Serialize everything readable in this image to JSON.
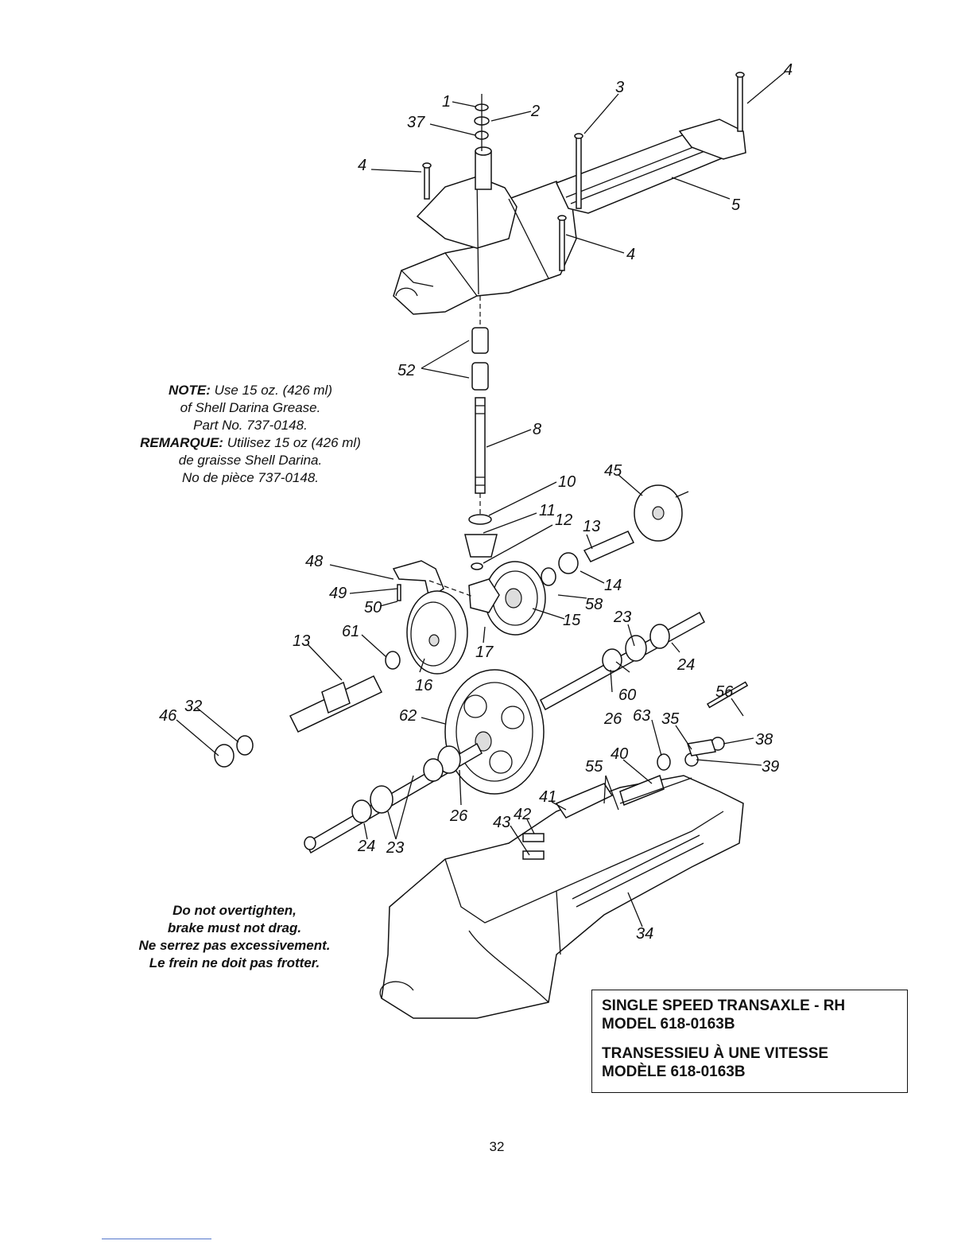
{
  "note": {
    "line1_label": "NOTE:",
    "line1_text": "Use 15 oz. (426 ml)",
    "line2": "of Shell Darina Grease.",
    "line3": "Part No. 737-0148.",
    "line4_label": "REMARQUE:",
    "line4_text": "Utilisez 15 oz (426 ml)",
    "line5": "de graisse Shell Darina.",
    "line6": "No de pièce 737-0148."
  },
  "warning": {
    "line1": "Do not overtighten,",
    "line2": "brake must not drag.",
    "line3": "Ne serrez pas excessivement.",
    "line4": "Le frein ne doit pas frotter."
  },
  "title": {
    "en_line1": "SINGLE SPEED TRANSAXLE - RH",
    "en_line2": "MODEL 618-0163B",
    "fr_line1": "TRANSESSIEU À UNE VITESSE",
    "fr_line2": "MODÈLE 618-0163B"
  },
  "page_number": "32",
  "callouts": {
    "c1": "1",
    "c2": "2",
    "c37": "37",
    "c3": "3",
    "c4a": "4",
    "c4b": "4",
    "c4c": "4",
    "c5": "5",
    "c52": "52",
    "c8": "8",
    "c45": "45",
    "c10": "10",
    "c11": "11",
    "c12": "12",
    "c13a": "13",
    "c14": "14",
    "c48": "48",
    "c49": "49",
    "c50": "50",
    "c58": "58",
    "c15": "15",
    "c61": "61",
    "c13b": "13",
    "c17": "17",
    "c16": "16",
    "c23a": "23",
    "c24a": "24",
    "c60": "60",
    "c56": "56",
    "c46": "46",
    "c32": "32",
    "c62": "62",
    "c26a": "26",
    "c63": "63",
    "c35": "35",
    "c38": "38",
    "c40": "40",
    "c39": "39",
    "c55": "55",
    "c26b": "26",
    "c41": "41",
    "c42": "42",
    "c43": "43",
    "c24b": "24",
    "c23b": "23",
    "c34": "34"
  }
}
